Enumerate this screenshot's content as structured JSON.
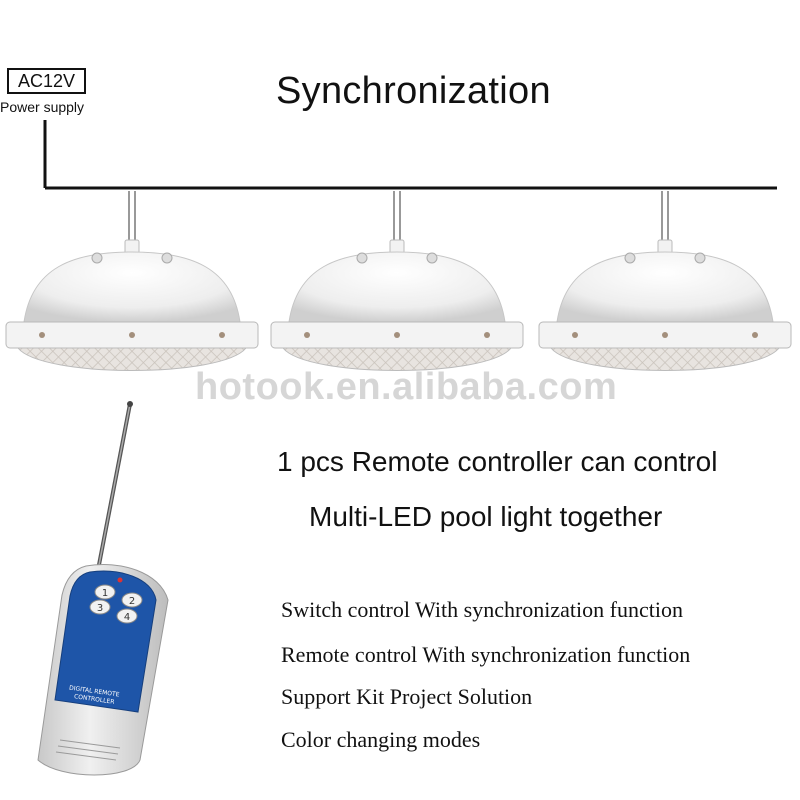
{
  "power": {
    "voltage": "AC12V",
    "label": "Power supply"
  },
  "title": "Synchronization",
  "watermark": "hotook.en.alibaba.com",
  "headline": {
    "line1": "1 pcs Remote controller can control",
    "line2": "Multi-LED pool light together"
  },
  "features": [
    "Switch control With synchronization function",
    "Remote control With synchronization function",
    "Support Kit Project Solution",
    "Color changing modes"
  ],
  "remote": {
    "buttons": [
      "1",
      "2",
      "3",
      "4"
    ],
    "label_line1": "DIGITAL REMOTE",
    "label_line2": "CONTROLLER"
  },
  "colors": {
    "wire": "#111111",
    "remote_panel": "#1e55a8",
    "lamp_white": "#f4f4f4"
  }
}
